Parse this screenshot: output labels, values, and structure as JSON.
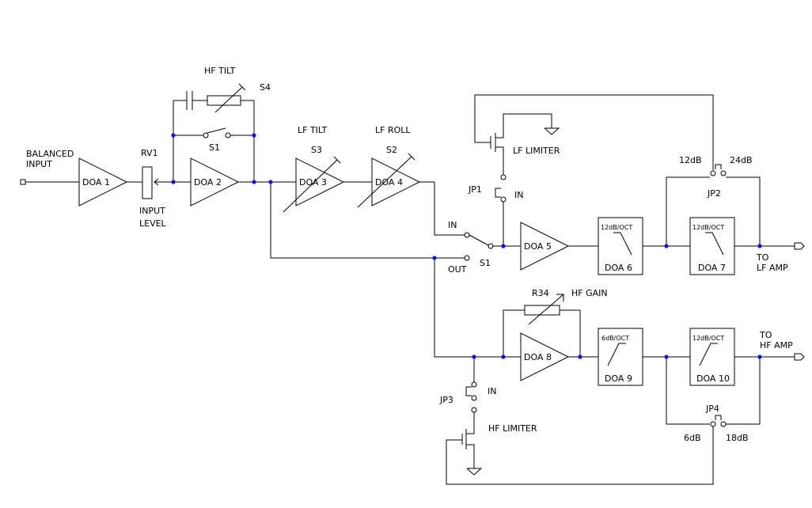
{
  "colors": {
    "wire": "#000000",
    "junction": "#1010e0",
    "background": "#ffffff"
  },
  "labels": {
    "balanced_input_1": "BALANCED",
    "balanced_input_2": "INPUT",
    "rv1": "RV1",
    "input_level_1": "INPUT",
    "input_level_2": "LEVEL",
    "hf_tilt": "HF TILT",
    "s4": "S4",
    "s1_top": "S1",
    "lf_tilt": "LF TILT",
    "s3": "S3",
    "lf_roll": "LF ROLL",
    "s2": "S2",
    "lf_limiter": "LF LIMITER",
    "jp1": "JP1",
    "in_jp1": "IN",
    "in_s1": "IN",
    "out_s1": "OUT",
    "s1_bottom": "S1",
    "to_lf_1": "TO",
    "to_lf_2": "LF AMP",
    "db12_top": "12dB",
    "db24": "24dB",
    "jp2": "JP2",
    "r34": "R34",
    "hf_gain": "HF GAIN",
    "to_hf_1": "TO",
    "to_hf_2": "HF AMP",
    "jp3": "JP3",
    "in_jp3": "IN",
    "hf_limiter": "HF LIMITER",
    "jp4": "JP4",
    "db6": "6dB",
    "db18": "18dB"
  },
  "amplifiers": {
    "doa1": "DOA 1",
    "doa2": "DOA 2",
    "doa3": "DOA 3",
    "doa4": "DOA 4",
    "doa5": "DOA 5",
    "doa8": "DOA 8"
  },
  "filters": {
    "doa6": {
      "label": "DOA 6",
      "slope": "12dB/OCT"
    },
    "doa7": {
      "label": "DOA 7",
      "slope": "12dB/OCT"
    },
    "doa9": {
      "label": "DOA 9",
      "slope": "6dB/OCT"
    },
    "doa10": {
      "label": "DOA 10",
      "slope": "12dB/OCT"
    }
  }
}
